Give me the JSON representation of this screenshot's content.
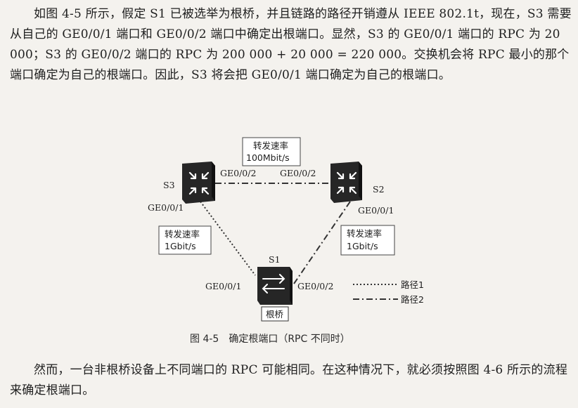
{
  "paragraph_intro": "如图 4-5 所示，假定 S1 已被选举为根桥，并且链路的路径开销遵从 IEEE 802.1t，现在，S3 需要从自己的 GE0/0/1 端口和 GE0/0/2 端口中确定出根端口。显然，S3 的 GE0/0/1 端口的 RPC 为 20 000；S3 的 GE0/0/2 端口的 RPC 为 200 000 + 20 000 = 220 000。交换机会将 RPC 最小的那个端口确定为自己的根端口。因此，S3 将会把 GE0/0/1 端口确定为自己的根端口。",
  "paragraph_outro": "然而，一台非根桥设备上不同端口的 RPC 可能相同。在这种情况下，就必须按照图 4-6 所示的流程来确定根端口。",
  "figure": {
    "caption": "图 4-5　确定根端口（RPC 不同时）",
    "switches": {
      "s1": {
        "name": "S1",
        "tag": "根桥",
        "port_left": "GE0/0/1",
        "port_right": "GE0/0/2"
      },
      "s2": {
        "name": "S2",
        "port_left": "GE0/0/2",
        "port_bottom": "GE0/0/1"
      },
      "s3": {
        "name": "S3",
        "port_right": "GE0/0/2",
        "port_bottom": "GE0/0/1"
      }
    },
    "links": {
      "top": {
        "title": "转发速率",
        "speed": "100Mbit/s"
      },
      "left": {
        "title": "转发速率",
        "speed": "1Gbit/s"
      },
      "right": {
        "title": "转发速率",
        "speed": "1Gbit/s"
      }
    },
    "legend": {
      "path1": "路径1",
      "path2": "路径2"
    }
  }
}
